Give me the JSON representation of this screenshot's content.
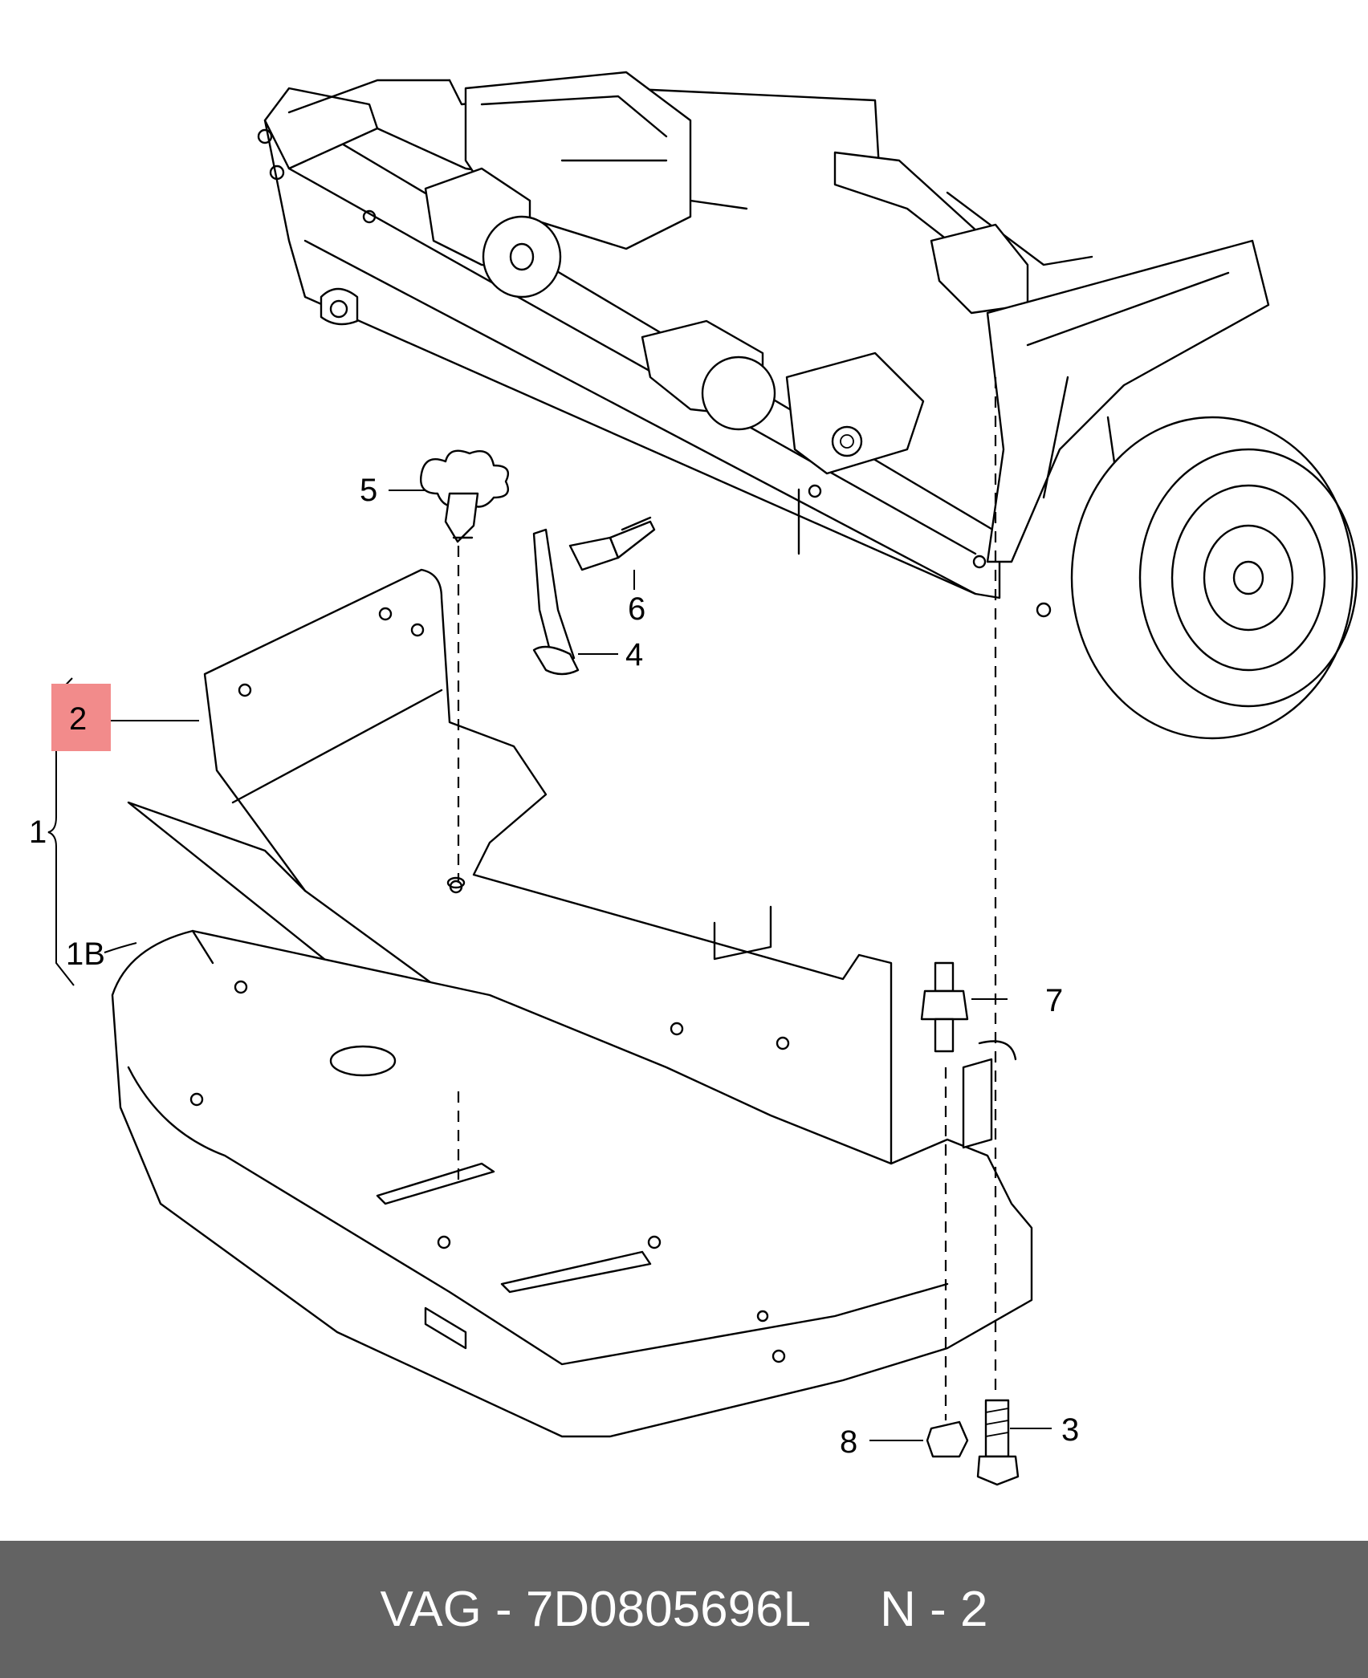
{
  "callouts": {
    "c1": "1",
    "c1b": "1B",
    "c2": "2",
    "c3": "3",
    "c4": "4",
    "c5": "5",
    "c6": "6",
    "c7": "7",
    "c8": "8"
  },
  "highlight_color": "#f28b8b",
  "footer": {
    "brand": "VAG",
    "sep1": " - ",
    "part_number": "7D0805696L",
    "gap": "     ",
    "position": "N - 2"
  },
  "colors": {
    "footer_bg": "#636363",
    "footer_text": "#ffffff",
    "line": "#000000"
  }
}
